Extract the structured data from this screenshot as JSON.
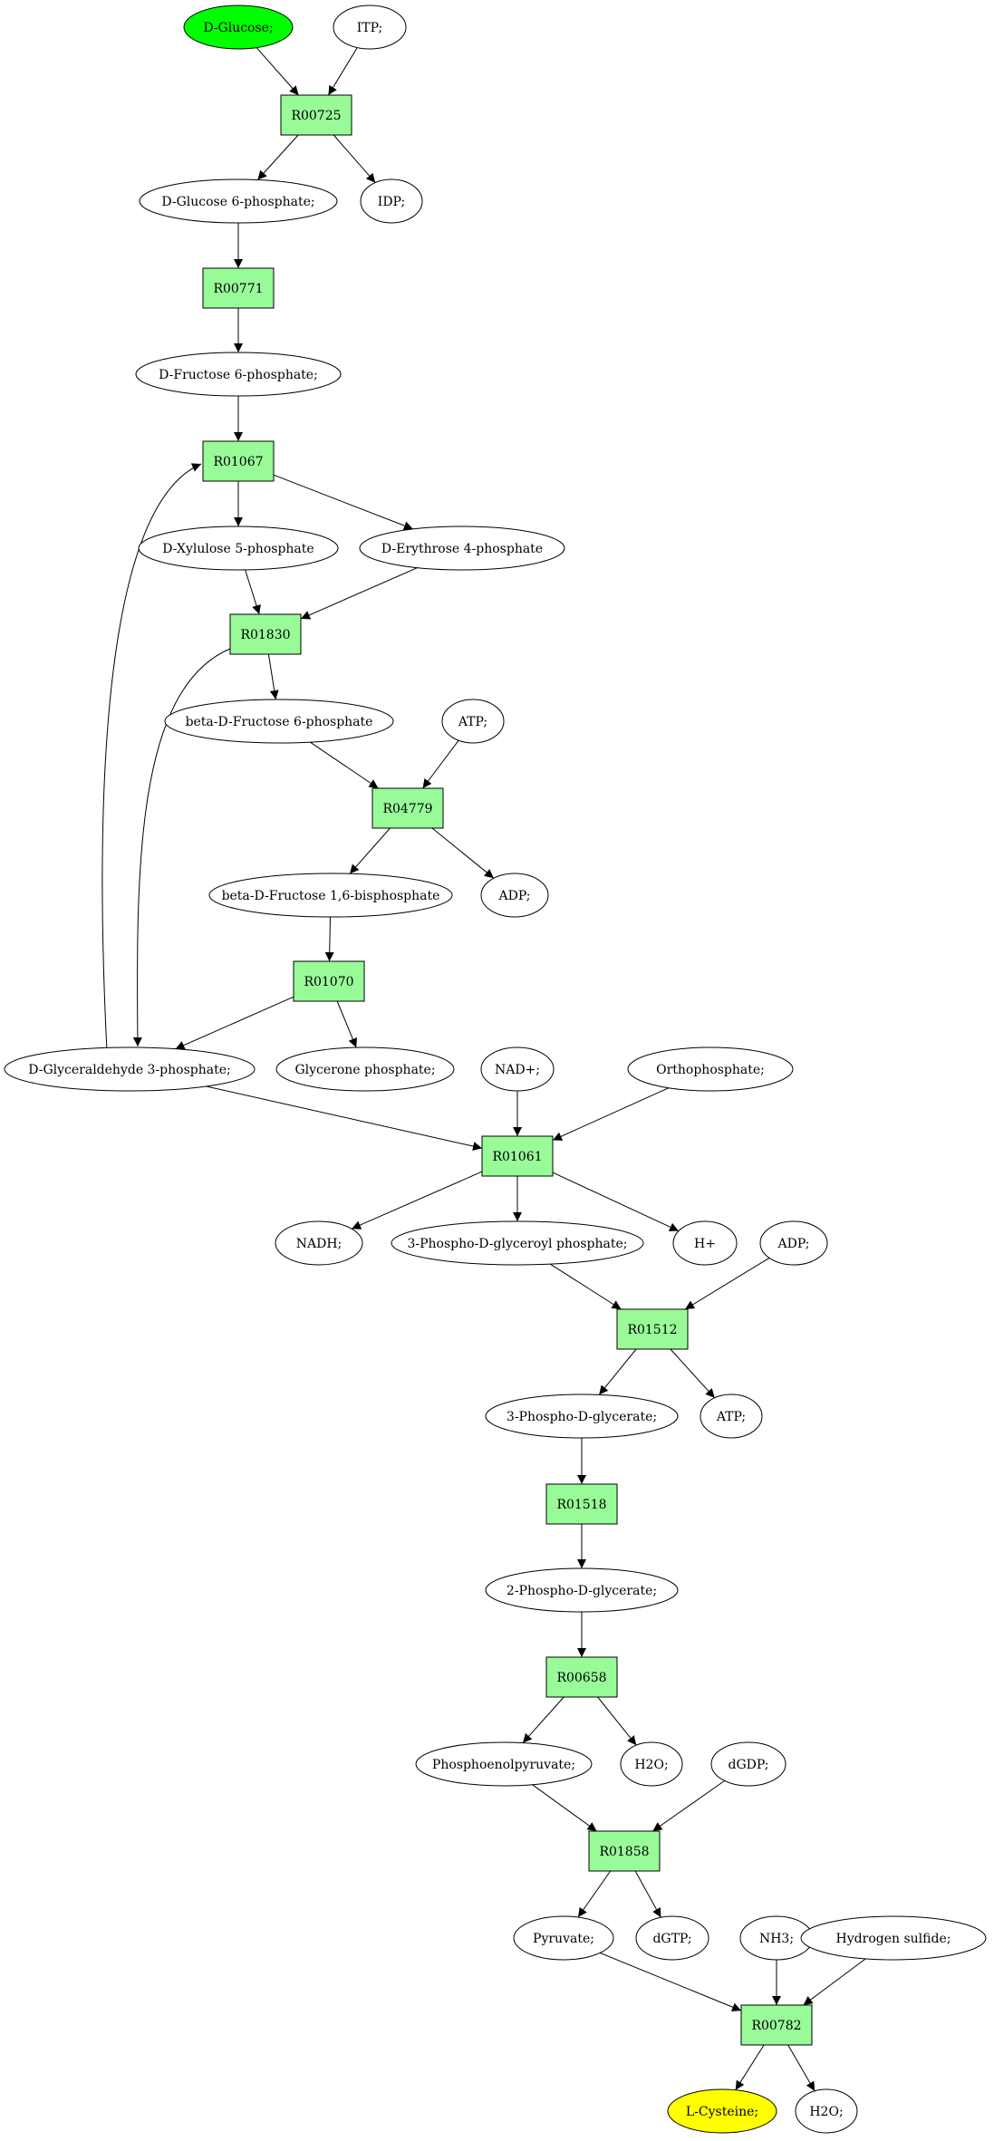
{
  "colors": {
    "background": "#ffffff",
    "reaction_fill": "#98fb98",
    "start_fill": "#00ff00",
    "end_fill": "#ffff00",
    "compound_fill": "#ffffff",
    "stroke": "#000000"
  },
  "nodes": [
    {
      "id": "glucose",
      "kind": "compound",
      "label": "D-Glucose;",
      "role": "start"
    },
    {
      "id": "itp",
      "kind": "compound",
      "label": "ITP;"
    },
    {
      "id": "r00725",
      "kind": "reaction",
      "label": "R00725"
    },
    {
      "id": "g6p",
      "kind": "compound",
      "label": "D-Glucose 6-phosphate;"
    },
    {
      "id": "idp",
      "kind": "compound",
      "label": "IDP;"
    },
    {
      "id": "r00771",
      "kind": "reaction",
      "label": "R00771"
    },
    {
      "id": "f6p",
      "kind": "compound",
      "label": "D-Fructose 6-phosphate;"
    },
    {
      "id": "r01067",
      "kind": "reaction",
      "label": "R01067"
    },
    {
      "id": "x5p",
      "kind": "compound",
      "label": "D-Xylulose 5-phosphate"
    },
    {
      "id": "e4p",
      "kind": "compound",
      "label": "D-Erythrose 4-phosphate"
    },
    {
      "id": "r01830",
      "kind": "reaction",
      "label": "R01830"
    },
    {
      "id": "bf6p",
      "kind": "compound",
      "label": "beta-D-Fructose 6-phosphate"
    },
    {
      "id": "atp1",
      "kind": "compound",
      "label": "ATP;"
    },
    {
      "id": "r04779",
      "kind": "reaction",
      "label": "R04779"
    },
    {
      "id": "fbp",
      "kind": "compound",
      "label": "beta-D-Fructose 1,6-bisphosphate"
    },
    {
      "id": "adp1",
      "kind": "compound",
      "label": "ADP;"
    },
    {
      "id": "r01070",
      "kind": "reaction",
      "label": "R01070"
    },
    {
      "id": "g3p",
      "kind": "compound",
      "label": "D-Glyceraldehyde 3-phosphate;"
    },
    {
      "id": "dhap",
      "kind": "compound",
      "label": "Glycerone phosphate;"
    },
    {
      "id": "nad",
      "kind": "compound",
      "label": "NAD+;"
    },
    {
      "id": "pi",
      "kind": "compound",
      "label": "Orthophosphate;"
    },
    {
      "id": "r01061",
      "kind": "reaction",
      "label": "R01061"
    },
    {
      "id": "nadh",
      "kind": "compound",
      "label": "NADH;"
    },
    {
      "id": "bpg",
      "kind": "compound",
      "label": "3-Phospho-D-glyceroyl phosphate;"
    },
    {
      "id": "hplus",
      "kind": "compound",
      "label": "H+"
    },
    {
      "id": "adp2",
      "kind": "compound",
      "label": "ADP;"
    },
    {
      "id": "r01512",
      "kind": "reaction",
      "label": "R01512"
    },
    {
      "id": "pg3",
      "kind": "compound",
      "label": "3-Phospho-D-glycerate;"
    },
    {
      "id": "atp2",
      "kind": "compound",
      "label": "ATP;"
    },
    {
      "id": "r01518",
      "kind": "reaction",
      "label": "R01518"
    },
    {
      "id": "pg2",
      "kind": "compound",
      "label": "2-Phospho-D-glycerate;"
    },
    {
      "id": "r00658",
      "kind": "reaction",
      "label": "R00658"
    },
    {
      "id": "pep",
      "kind": "compound",
      "label": "Phosphoenolpyruvate;"
    },
    {
      "id": "h2o1",
      "kind": "compound",
      "label": "H2O;"
    },
    {
      "id": "dgdp",
      "kind": "compound",
      "label": "dGDP;"
    },
    {
      "id": "r01858",
      "kind": "reaction",
      "label": "R01858"
    },
    {
      "id": "pyr",
      "kind": "compound",
      "label": "Pyruvate;"
    },
    {
      "id": "dgtp",
      "kind": "compound",
      "label": "dGTP;"
    },
    {
      "id": "nh3",
      "kind": "compound",
      "label": "NH3;"
    },
    {
      "id": "h2s",
      "kind": "compound",
      "label": "Hydrogen sulfide;"
    },
    {
      "id": "r00782",
      "kind": "reaction",
      "label": "R00782"
    },
    {
      "id": "cys",
      "kind": "compound",
      "label": "L-Cysteine;",
      "role": "end"
    },
    {
      "id": "h2o2",
      "kind": "compound",
      "label": "H2O;"
    }
  ],
  "edges": [
    [
      "glucose",
      "r00725"
    ],
    [
      "itp",
      "r00725"
    ],
    [
      "r00725",
      "g6p"
    ],
    [
      "r00725",
      "idp"
    ],
    [
      "g6p",
      "r00771"
    ],
    [
      "r00771",
      "f6p"
    ],
    [
      "f6p",
      "r01067"
    ],
    [
      "g3p",
      "r01067"
    ],
    [
      "r01067",
      "x5p"
    ],
    [
      "r01067",
      "e4p"
    ],
    [
      "x5p",
      "r01830"
    ],
    [
      "e4p",
      "r01830"
    ],
    [
      "r01830",
      "bf6p"
    ],
    [
      "r01830",
      "g3p"
    ],
    [
      "bf6p",
      "r04779"
    ],
    [
      "atp1",
      "r04779"
    ],
    [
      "r04779",
      "fbp"
    ],
    [
      "r04779",
      "adp1"
    ],
    [
      "fbp",
      "r01070"
    ],
    [
      "r01070",
      "g3p"
    ],
    [
      "r01070",
      "dhap"
    ],
    [
      "g3p",
      "r01061"
    ],
    [
      "nad",
      "r01061"
    ],
    [
      "pi",
      "r01061"
    ],
    [
      "r01061",
      "nadh"
    ],
    [
      "r01061",
      "bpg"
    ],
    [
      "r01061",
      "hplus"
    ],
    [
      "bpg",
      "r01512"
    ],
    [
      "adp2",
      "r01512"
    ],
    [
      "r01512",
      "pg3"
    ],
    [
      "r01512",
      "atp2"
    ],
    [
      "pg3",
      "r01518"
    ],
    [
      "r01518",
      "pg2"
    ],
    [
      "pg2",
      "r00658"
    ],
    [
      "r00658",
      "pep"
    ],
    [
      "r00658",
      "h2o1"
    ],
    [
      "pep",
      "r01858"
    ],
    [
      "dgdp",
      "r01858"
    ],
    [
      "r01858",
      "pyr"
    ],
    [
      "r01858",
      "dgtp"
    ],
    [
      "pyr",
      "r00782"
    ],
    [
      "nh3",
      "r00782"
    ],
    [
      "h2s",
      "r00782"
    ],
    [
      "r00782",
      "cys"
    ],
    [
      "r00782",
      "h2o2"
    ]
  ]
}
